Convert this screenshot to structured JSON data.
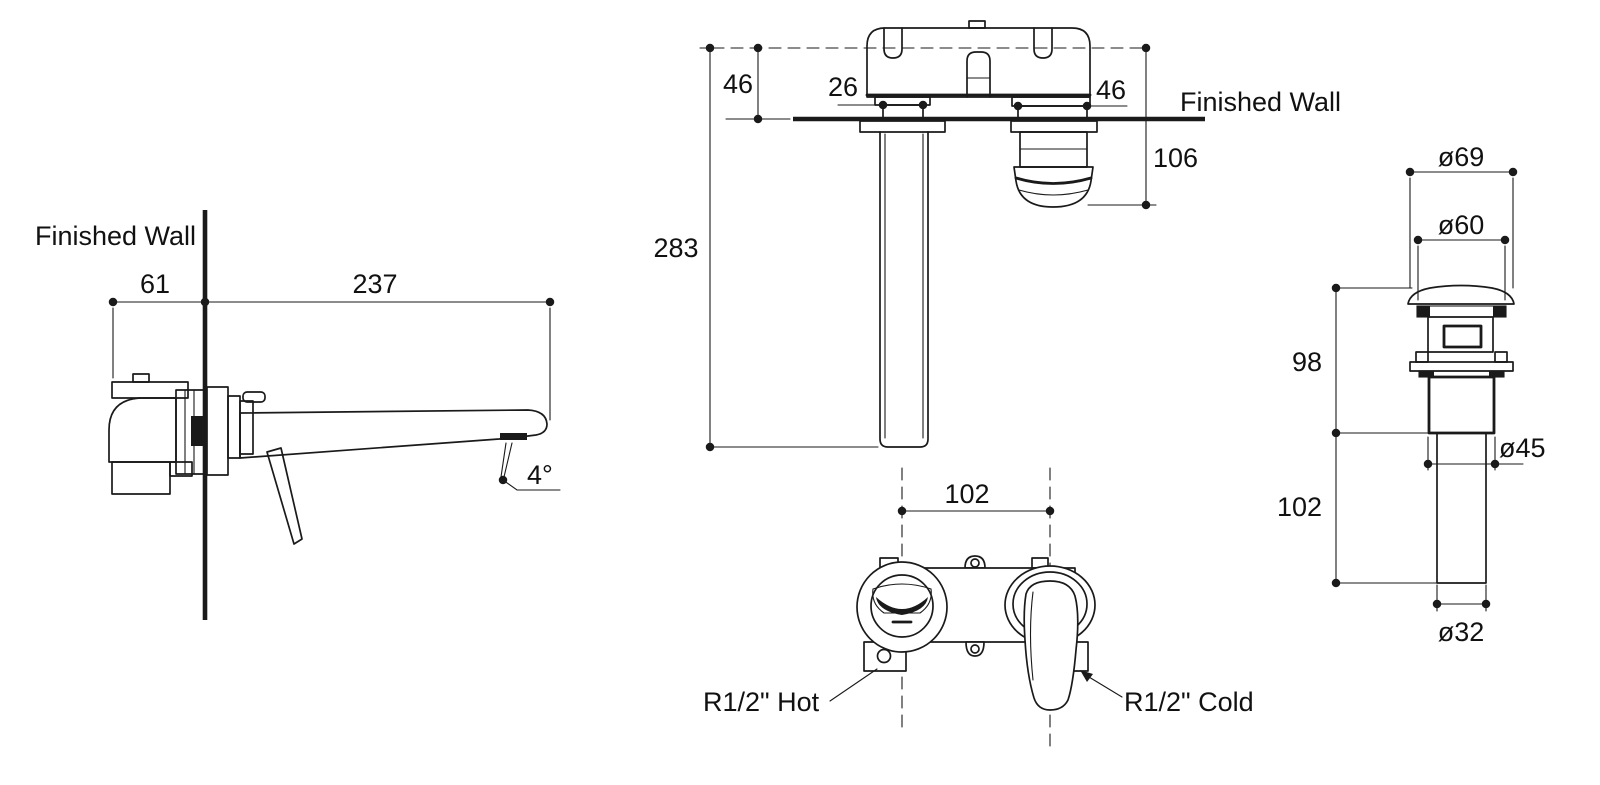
{
  "colors": {
    "line_color": "#1a1a1a",
    "background": "#ffffff"
  },
  "side_view": {
    "finished_wall_label": "Finished Wall",
    "wall_to_body_depth": "61",
    "spout_projection": "237",
    "spout_angle": "4°"
  },
  "top_view": {
    "centre_to_wall": "46",
    "spout_flange_width": "26",
    "handle_flange_width": "46",
    "body_length": "283",
    "centre_to_handle_tip": "106",
    "finished_wall_label": "Finished Wall"
  },
  "front_view": {
    "spout_to_handle_centres": "102",
    "hot_inlet_label": "R1/2\" Hot",
    "cold_inlet_label": "R1/2\" Cold"
  },
  "waste_view": {
    "cap_outer_diameter": "ø69",
    "cap_diameter": "ø60",
    "body_height": "98",
    "body_diameter": "ø45",
    "tail_length": "102",
    "tail_diameter": "ø32"
  }
}
